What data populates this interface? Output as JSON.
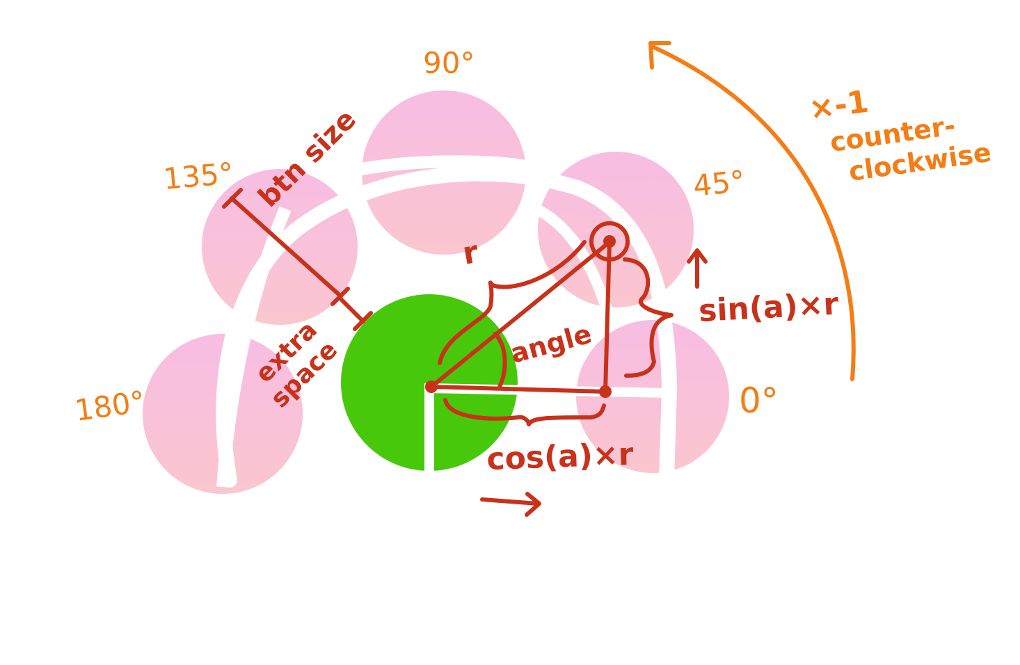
{
  "labels": {
    "angle_90": "90°",
    "angle_135": "135°",
    "angle_45": "45°",
    "angle_180": "180°",
    "angle_0": "0°",
    "btn_size": "btn size",
    "extra": "extra",
    "space": "space",
    "r": "r",
    "angle": "angle",
    "sin": "sin(a)×r",
    "cos": "cos(a)×r",
    "x_neg1": "×-1",
    "counter": "counter-",
    "clockwise": "clockwise"
  },
  "colors": {
    "pink_button": "#f9bfd8",
    "green_button": "#47c80a",
    "annotation_red": "#c8321a",
    "annotation_orange": "#f47d16"
  }
}
